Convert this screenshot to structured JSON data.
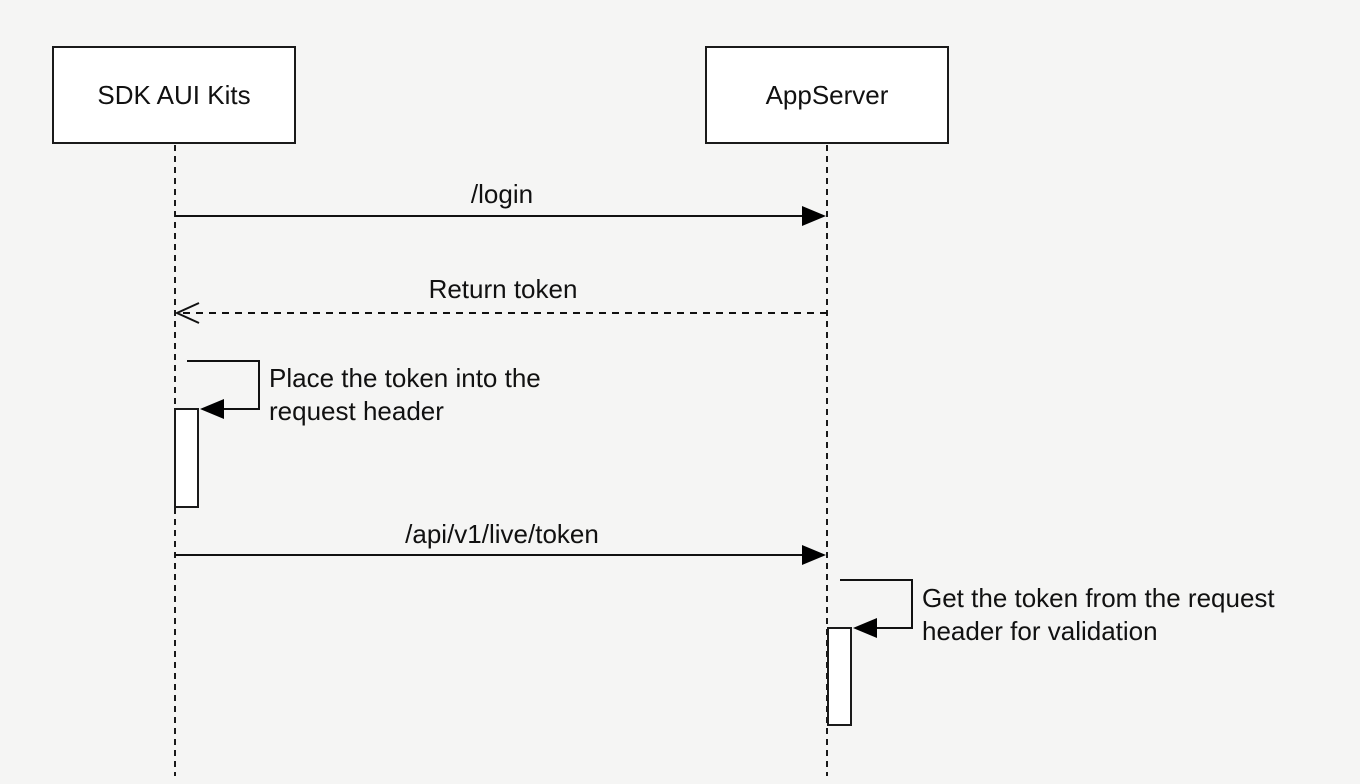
{
  "participants": [
    {
      "id": "sdk",
      "label": "SDK AUI Kits"
    },
    {
      "id": "server",
      "label": "AppServer"
    }
  ],
  "messages": [
    {
      "from": "sdk",
      "to": "server",
      "label": "/login",
      "style": "solid"
    },
    {
      "from": "server",
      "to": "sdk",
      "label": "Return token",
      "style": "dashed"
    },
    {
      "from": "sdk",
      "to": "server",
      "label": "/api/v1/live/token",
      "style": "solid"
    }
  ],
  "self_messages": [
    {
      "on": "sdk",
      "lines": [
        "Place the token into the",
        "request header"
      ]
    },
    {
      "on": "server",
      "lines": [
        "Get the token from the request",
        "header for validation"
      ]
    }
  ],
  "colors": {
    "background": "#f5f5f4",
    "stroke": "#1a1a1a",
    "box_fill": "#ffffff"
  }
}
